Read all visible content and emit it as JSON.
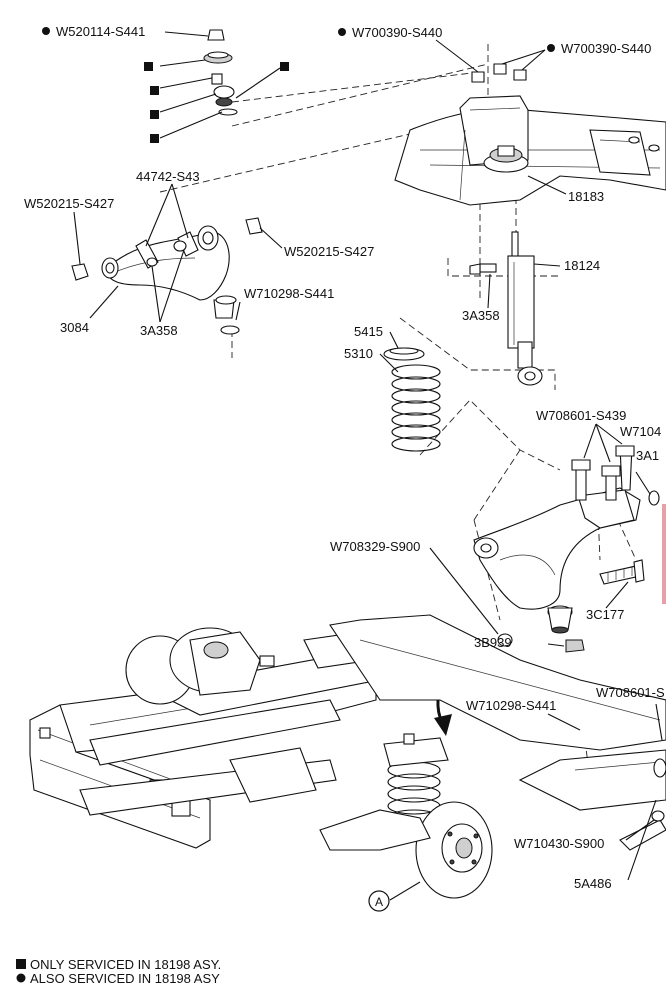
{
  "title": "Front suspension exploded view",
  "callouts": {
    "w520114_s441": "W520114-S441",
    "w700390_s440_a": "W700390-S440",
    "w700390_s440_b": "W700390-S440",
    "p44742_s43": "44742-S43",
    "w520215_s427_left": "W520215-S427",
    "w520215_s427_right": "W520215-S427",
    "p18183": "18183",
    "p18124": "18124",
    "p3a358_shock": "3A358",
    "p3084": "3084",
    "p3a358_arm": "3A358",
    "w710298_s441_top": "W710298-S441",
    "p5415": "5415",
    "p5310": "5310",
    "w708601_s439_a": "W708601-S439",
    "w7104_clipped": "W7104",
    "p3a1_clipped": "3A1",
    "w708329_s900": "W708329-S900",
    "p3c177": "3C177",
    "p3b939": "3B939",
    "w708601_clipped": "W708601-S",
    "w710298_s441_bottom": "W710298-S441",
    "w710430_s900": "W710430-S900",
    "p5a486": "5A486",
    "detail_a": "A"
  },
  "legend": {
    "square_note": "ONLY SERVICED IN 18198 ASY.",
    "dot_note": "ALSO SERVICED IN 18198 ASY"
  },
  "colors": {
    "ink": "#111111",
    "accent": "#e8a0a8"
  }
}
